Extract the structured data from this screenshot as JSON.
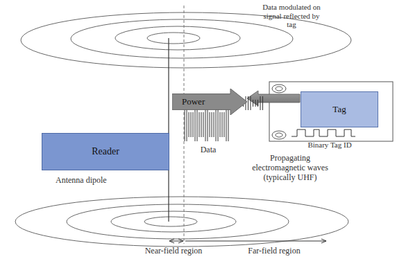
{
  "diagram": {
    "nodes": [
      {
        "text": [
          "Reader"
        ]
      },
      {
        "text": [
          "Power"
        ]
      },
      {
        "text": [
          "Tag"
        ]
      }
    ],
    "labels": [
      "Data modulated on signal reflected by tag",
      "Binary Tag ID",
      "Data",
      "Propagating electromagnetic waves (typically UHF)",
      "Antenna dipole",
      "Near-field region",
      "Far-field region"
    ]
  }
}
